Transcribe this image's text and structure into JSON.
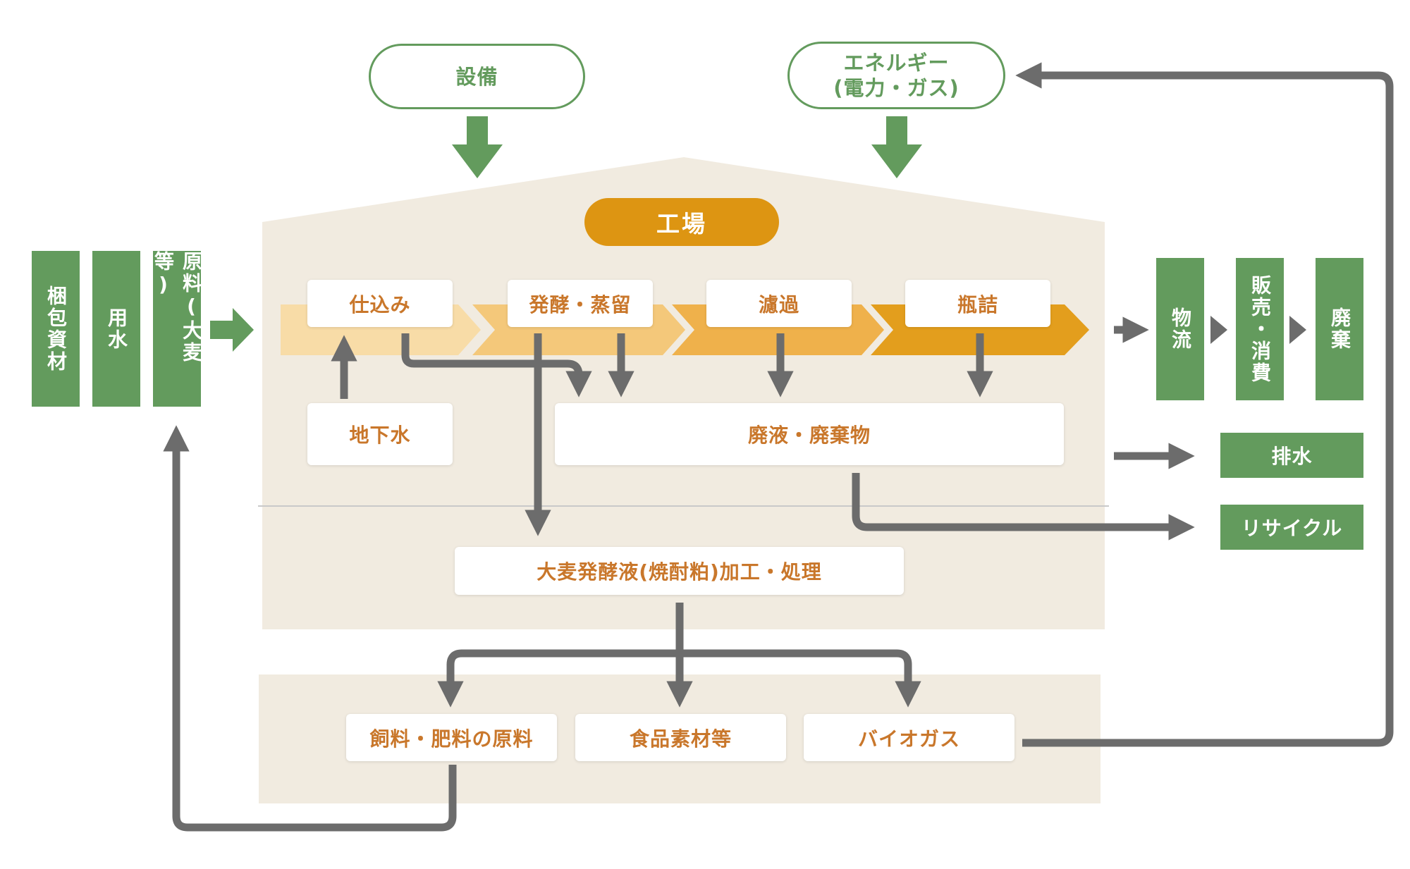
{
  "inputs": {
    "equipment": "設備",
    "energy_line1": "エネルギー",
    "energy_line2": "(電力・ガス)"
  },
  "factory": {
    "title": "工場"
  },
  "materials": {
    "packaging": "梱包資材",
    "water": "用水",
    "raw": "原料(大麦等)"
  },
  "process": {
    "step1": "仕込み",
    "step2": "発酵・蒸留",
    "step3": "濾過",
    "step4": "瓶詰",
    "groundwater": "地下水",
    "waste": "廃液・廃棄物",
    "barley_processing": "大麦発酵液(焼酎粕)加工・処理"
  },
  "products": {
    "feed": "飼料・肥料の原料",
    "food": "食品素材等",
    "biogas": "バイオガス"
  },
  "outputs": {
    "logistics": "物流",
    "sales": "販売・消費",
    "disposal": "廃棄",
    "drainage": "排水",
    "recycle": "リサイクル"
  },
  "colors": {
    "green": "#639b5d",
    "orange_text": "#c9772b",
    "factory_orange": "#dd9512",
    "arrow_gray": "#6c6c6c",
    "area_beige": "#f1ebe0"
  }
}
